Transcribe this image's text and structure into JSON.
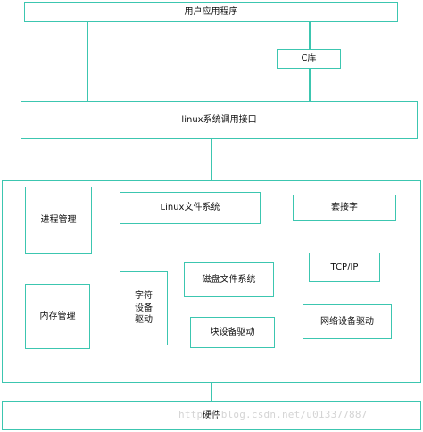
{
  "diagram": {
    "user_app": "用户应用程序",
    "c_lib": "C库",
    "syscall": "linux系统调用接口",
    "process_mgmt": "进程管理",
    "memory_mgmt": "内存管理",
    "linux_fs": "Linux文件系统",
    "char_driver": [
      "字符",
      "设备",
      "驱动"
    ],
    "disk_fs": "磁盘文件系统",
    "block_driver": "块设备驱动",
    "socket": "套接字",
    "tcpip": "TCP/IP",
    "net_driver": "网络设备驱动",
    "hardware": "硬件",
    "watermark": "http://blog.csdn.net/u013377887"
  },
  "colors": {
    "border": "#3cc6b0",
    "text": "#111111",
    "watermark": "#d4d4d4"
  }
}
